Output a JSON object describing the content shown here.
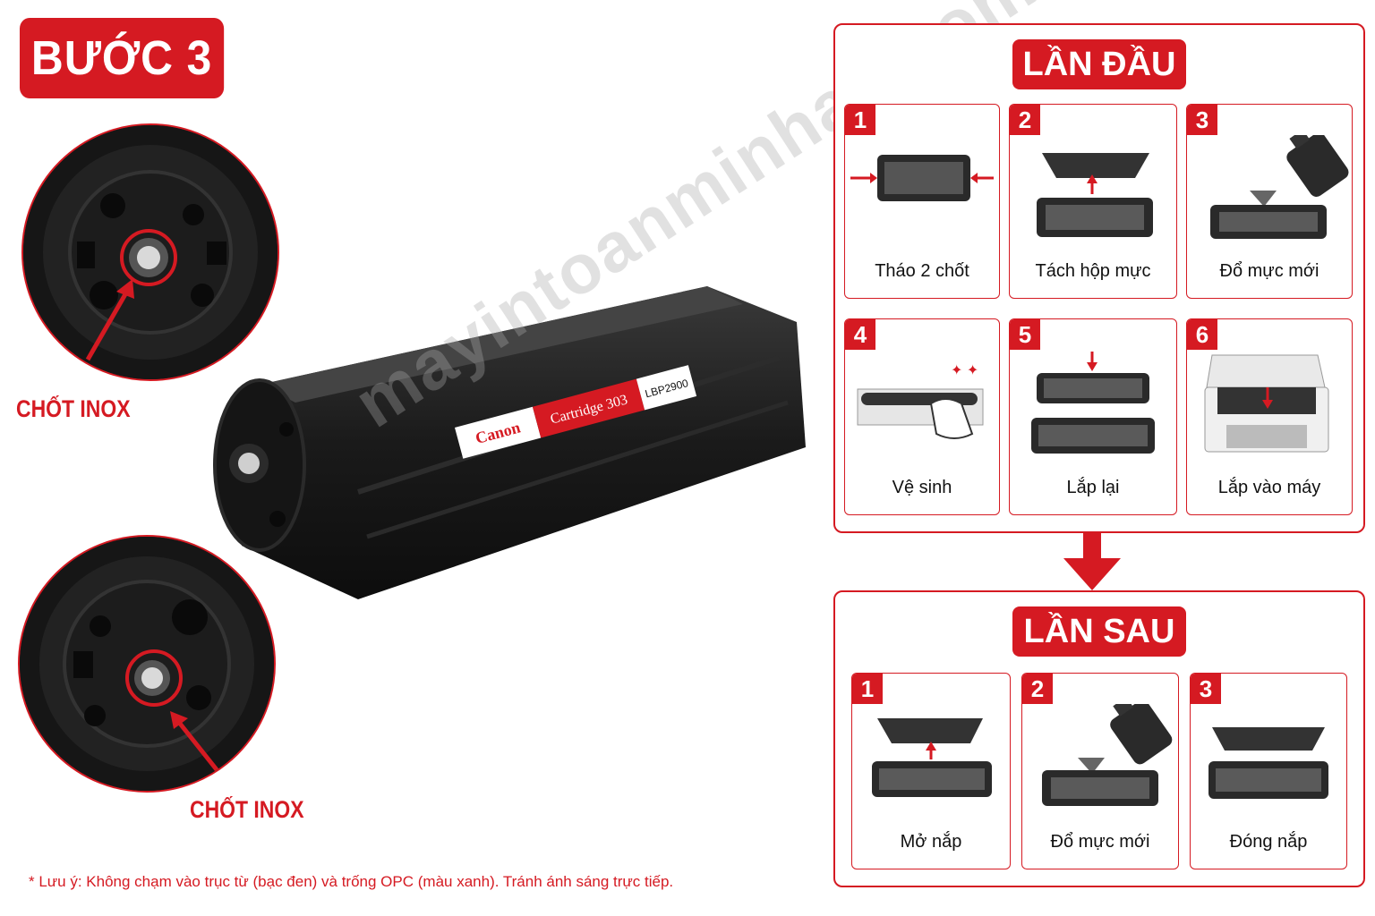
{
  "step_badge": "BƯỚC 3",
  "callout_top": "CHỐT INOX",
  "callout_bottom": "CHỐT INOX",
  "cartridge_label": {
    "brand": "Canon",
    "model": "Cartridge 303",
    "printer": "LBP2900"
  },
  "watermark": "mayintoanminhan.com",
  "first_time": {
    "title": "LẦN ĐẦU",
    "steps": [
      {
        "num": "1",
        "label": "Tháo 2 chốt",
        "icon": "cartridge-pins-icon"
      },
      {
        "num": "2",
        "label": "Tách hộp mực",
        "icon": "separate-cartridge-icon"
      },
      {
        "num": "3",
        "label": "Đổ mực mới",
        "icon": "pour-toner-icon"
      },
      {
        "num": "4",
        "label": "Vệ sinh",
        "icon": "clean-drum-icon"
      },
      {
        "num": "5",
        "label": "Lắp lại",
        "icon": "reassemble-icon"
      },
      {
        "num": "6",
        "label": "Lắp vào máy",
        "icon": "printer-icon"
      }
    ]
  },
  "next_time": {
    "title": "LẦN SAU",
    "steps": [
      {
        "num": "1",
        "label": "Mở nắp",
        "icon": "open-lid-icon"
      },
      {
        "num": "2",
        "label": "Đổ mực mới",
        "icon": "pour-toner-icon"
      },
      {
        "num": "3",
        "label": "Đóng nắp",
        "icon": "close-lid-icon"
      }
    ]
  },
  "note": "* Lưu ý: Không chạm vào trục từ (bạc đen) và trống OPC (màu xanh). Tránh ánh sáng trực tiếp.",
  "colors": {
    "accent": "#d51a22",
    "cartridge": "#1a1a1a"
  }
}
